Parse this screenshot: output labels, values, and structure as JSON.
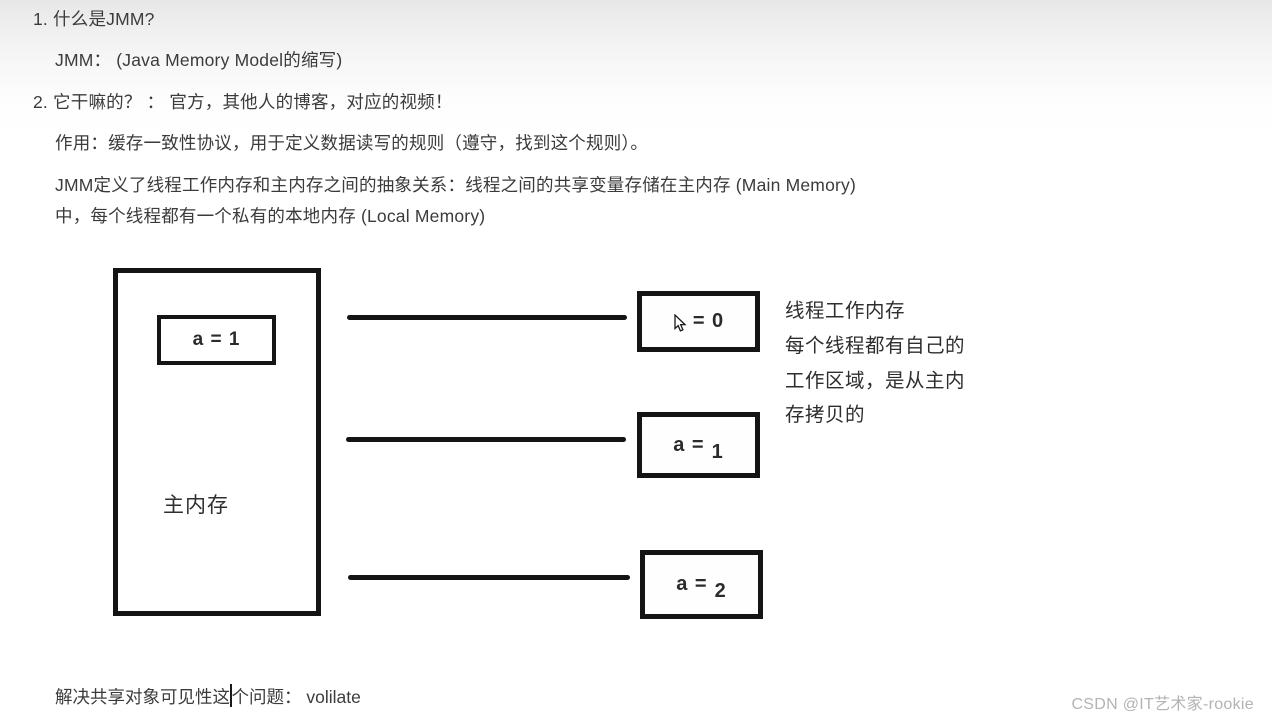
{
  "notes": {
    "q1_title": "1. 什么是JMM?",
    "q1_answer": "JMM：  (Java Memory Model的缩写)",
    "q2_title": "2. 它干嘛的？ ：  官方，其他人的博客，对应的视频！",
    "q2_purpose": "作用：缓存一致性协议，用于定义数据读写的规则（遵守，找到这个规则）。",
    "q2_detail_line1": "JMM定义了线程工作内存和主内存之间的抽象关系：线程之间的共享变量存储在主内存 (Main Memory)",
    "q2_detail_line2": "中，每个线程都有一个私有的本地内存 (Local Memory)"
  },
  "diagram": {
    "main_memory": {
      "label": "主内存",
      "variable": "a = 1"
    },
    "thread_boxes": [
      {
        "prefix": "",
        "value": "= 0"
      },
      {
        "prefix": "a =",
        "value": "1"
      },
      {
        "prefix": "a =",
        "value": "2"
      }
    ],
    "side_note_lines": [
      "线程工作内存",
      "每个线程都有自己的",
      "工作区域，是从主内",
      "存拷贝的"
    ],
    "line_color": "#141414"
  },
  "footer": {
    "before_caret": "解决共享对象可见性这",
    "after_caret": "个问题：  volilate"
  },
  "watermark": "CSDN @IT艺术家-rookie"
}
